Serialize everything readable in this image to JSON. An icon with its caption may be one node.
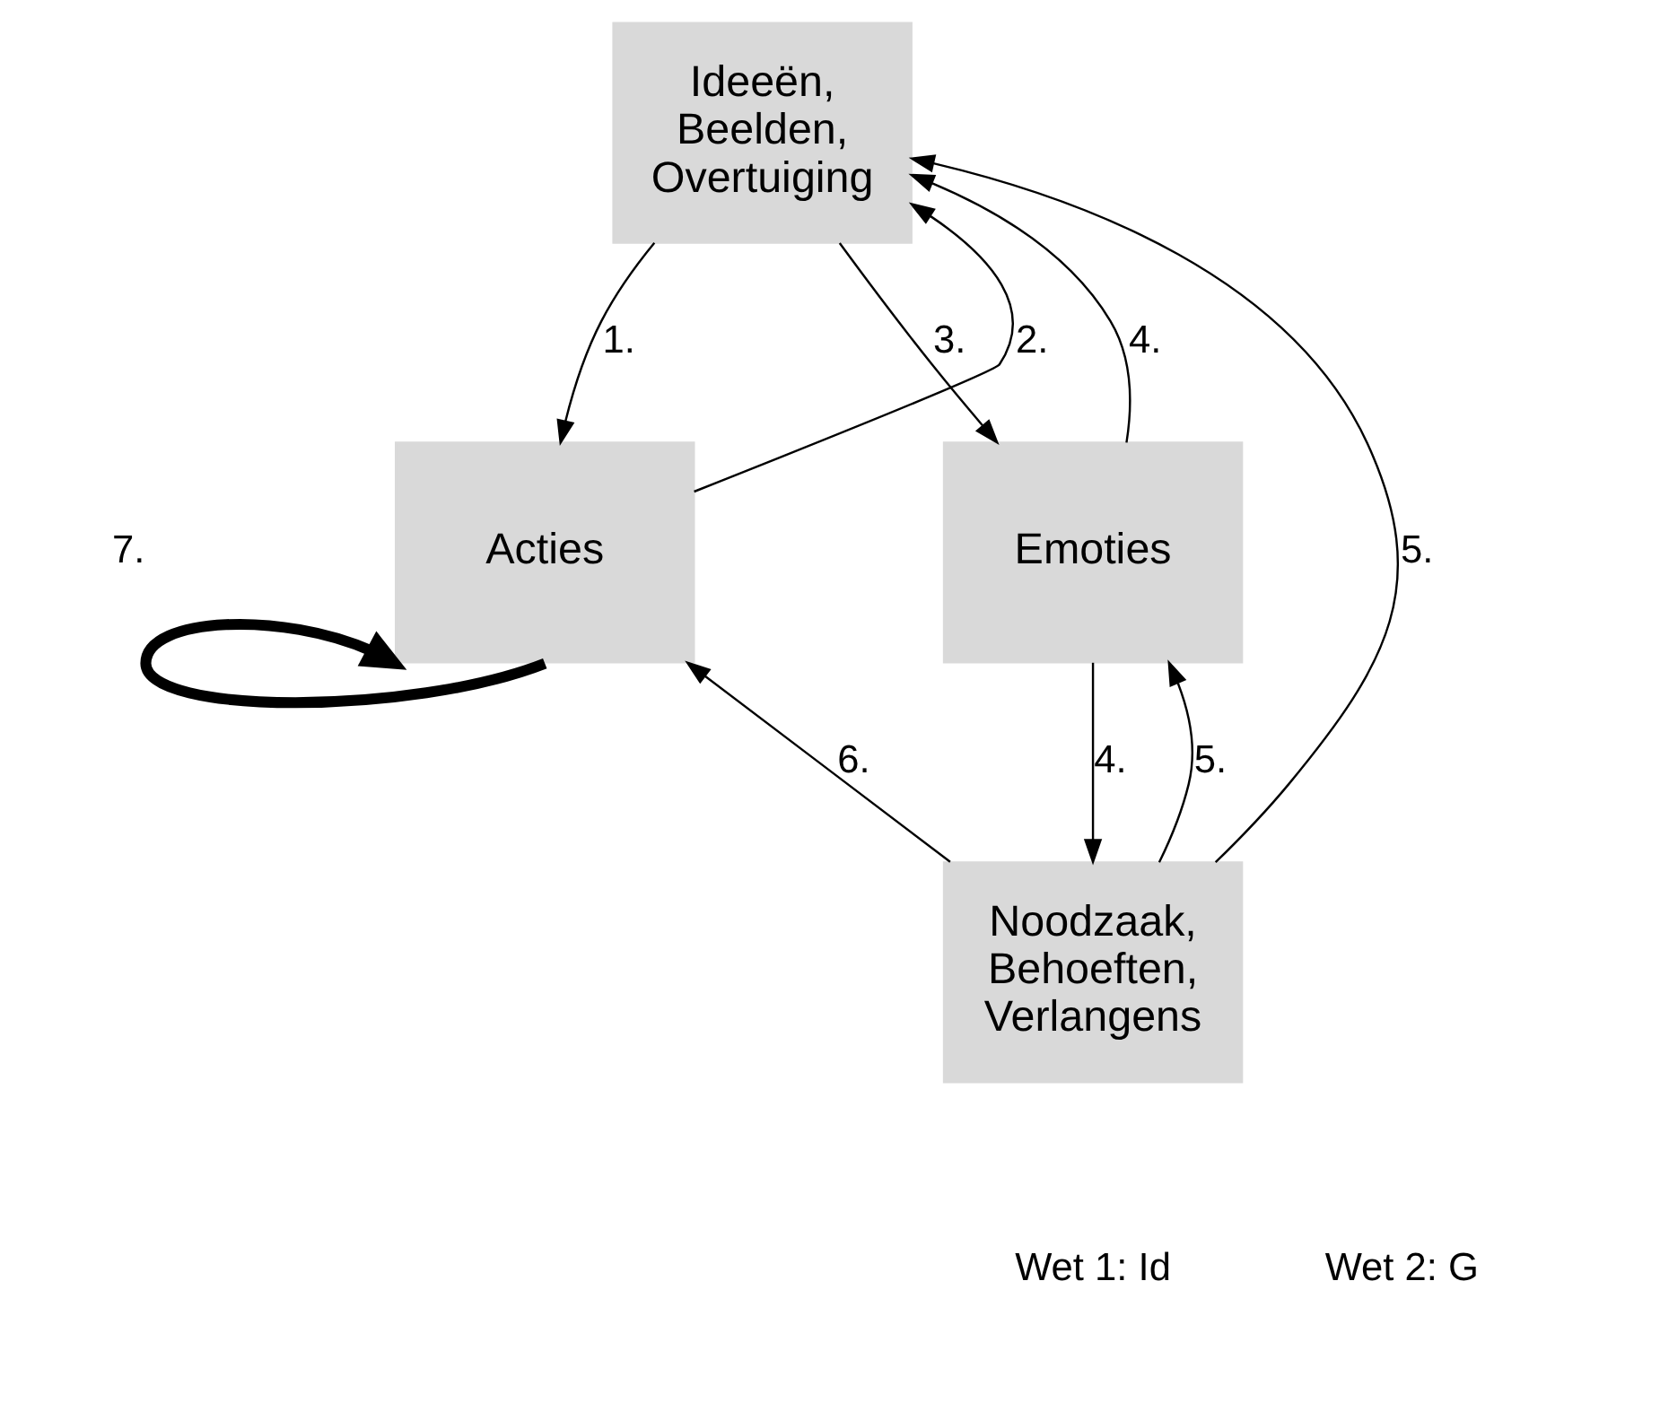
{
  "diagram": {
    "nodes": [
      {
        "text": [
          "Ideeën, Beelden, Overtuiging"
        ]
      },
      {
        "text": [
          "Acties"
        ]
      },
      {
        "text": [
          "Emoties"
        ]
      },
      {
        "text": [
          "Noodzaak, Behoeften, Verlangens"
        ]
      }
    ],
    "edges": [
      {
        "from": 0,
        "to": 1,
        "arrow": "to",
        "label": "1."
      },
      {
        "from": 1,
        "to": 0,
        "arrow": "to",
        "label": "2."
      },
      {
        "from": 0,
        "to": 2,
        "arrow": "to",
        "label": "3."
      },
      {
        "from": 2,
        "to": 0,
        "arrow": "to",
        "label": "4."
      },
      {
        "from": 3,
        "to": 0,
        "arrow": "to",
        "label": "5."
      },
      {
        "from": 2,
        "to": 3,
        "arrow": "to",
        "label": "4."
      },
      {
        "from": 3,
        "to": 2,
        "arrow": "to",
        "label": "5."
      },
      {
        "from": 3,
        "to": 1,
        "arrow": "to",
        "label": "6."
      },
      {
        "from": 1,
        "to": 1,
        "arrow": "to",
        "label": "7.",
        "style": "thick"
      }
    ],
    "labels": [
      "Wet 1: Id",
      "Wet 2: G"
    ]
  }
}
